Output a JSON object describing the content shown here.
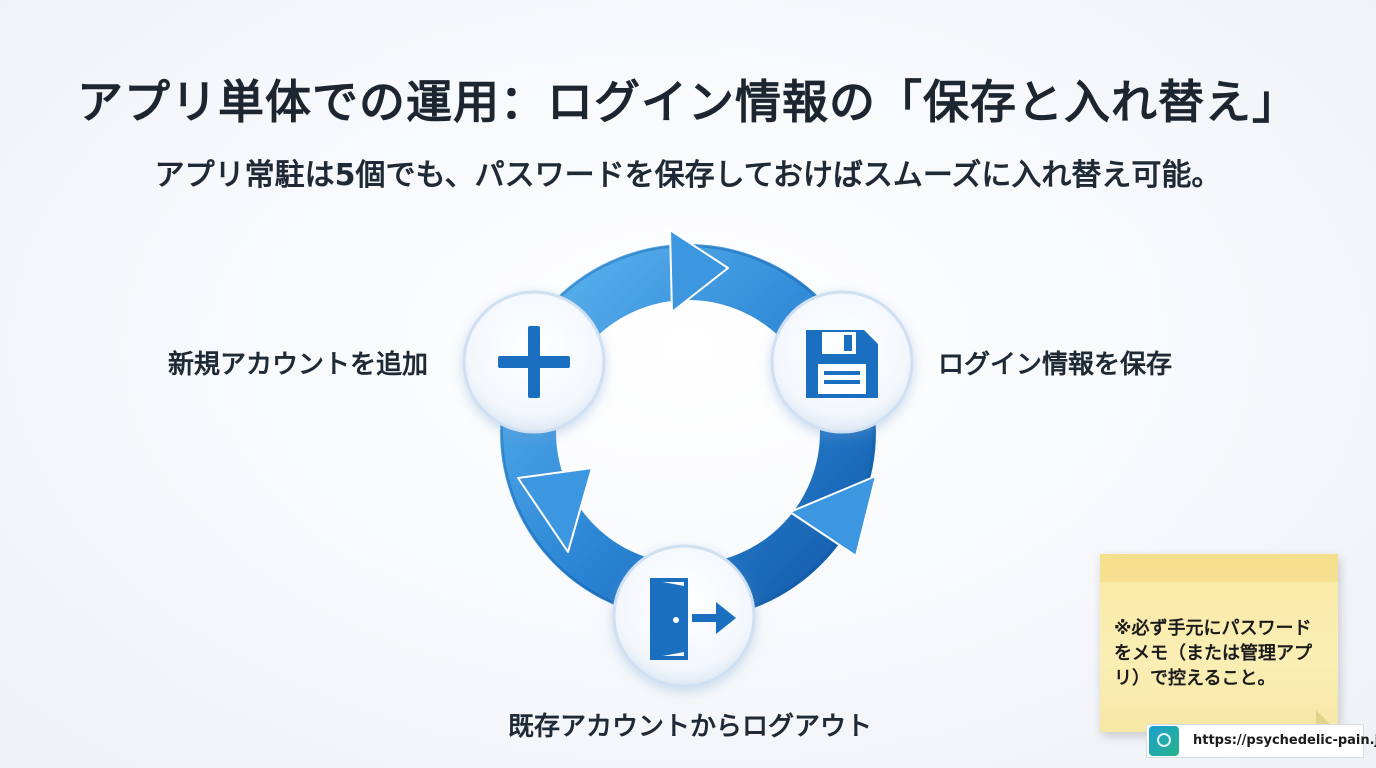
{
  "title": "アプリ単体での運用：ログイン情報の「保存と入れ替え」",
  "subtitle": "アプリ常駐は5個でも、パスワードを保存しておけばスムーズに入れ替え可能。",
  "cycle": {
    "nodes": [
      {
        "label": "新規アカウントを追加",
        "icon": "plus-icon"
      },
      {
        "label": "ログイン情報を保存",
        "icon": "floppy-disk-icon"
      },
      {
        "label": "既存アカウントからログアウト",
        "icon": "door-exit-icon"
      }
    ]
  },
  "note": {
    "text": "※必ず手元にパスワードをメモ（または管理アプリ）で控えること。"
  },
  "footer": {
    "url": "https://psychedelic-pain.jp/",
    "logo_icon": "device-hack-logo-icon"
  },
  "colors": {
    "arrow_dark": "#1565b8",
    "arrow_light": "#4aa3e8",
    "icon_blue": "#1a6fc0",
    "sticky": "#faeeb4"
  }
}
